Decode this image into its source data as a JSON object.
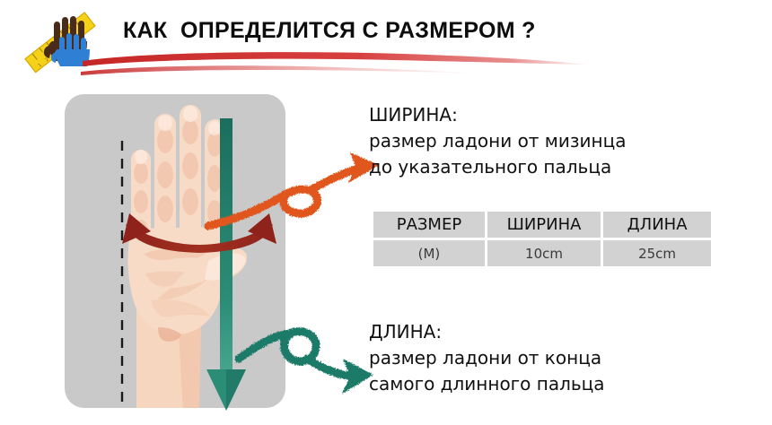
{
  "header": {
    "title": "КАК  ОПРЕДЕЛИТСЯ С РАЗМЕРОМ ?",
    "logo_icon": "ruler-and-hands-icon",
    "underline_icon": "red-brush-underline",
    "underline_color": "#d12f2f",
    "title_color": "#0d0d0d"
  },
  "illustration": {
    "panel_icon": "gray-rounded-panel",
    "panel_color": "#c9c9c9",
    "hand_icon": "open-palm-hand-illustration",
    "skin_color": "#f6d3bd",
    "guide_line_icon": "vertical-dashed-guide-line",
    "width_arrow_icon": "horizontal-double-arrow",
    "width_arrow_color": "#9e2b22",
    "length_arrow_icon": "vertical-down-arrow",
    "length_arrow_color": "#1f7a68",
    "width_pointer_icon": "orange-curled-arrow",
    "width_pointer_color": "#e0561c",
    "length_pointer_icon": "green-curled-arrow",
    "length_pointer_color": "#1f7a68"
  },
  "width_block": {
    "heading": "ШИРИНА:",
    "lines": [
      "размер ладони от мизинца",
      "до указательного пальца"
    ]
  },
  "length_block": {
    "heading": "ДЛИНА:",
    "lines": [
      "размер ладони от конца",
      "самого длинного пальца"
    ]
  },
  "size_table": {
    "headers": [
      "РАЗМЕР",
      "ШИРИНА",
      "ДЛИНА"
    ],
    "rows": [
      [
        "(M)",
        "10cm",
        "25cm"
      ]
    ],
    "cell_bg": "#d2d2d2"
  }
}
